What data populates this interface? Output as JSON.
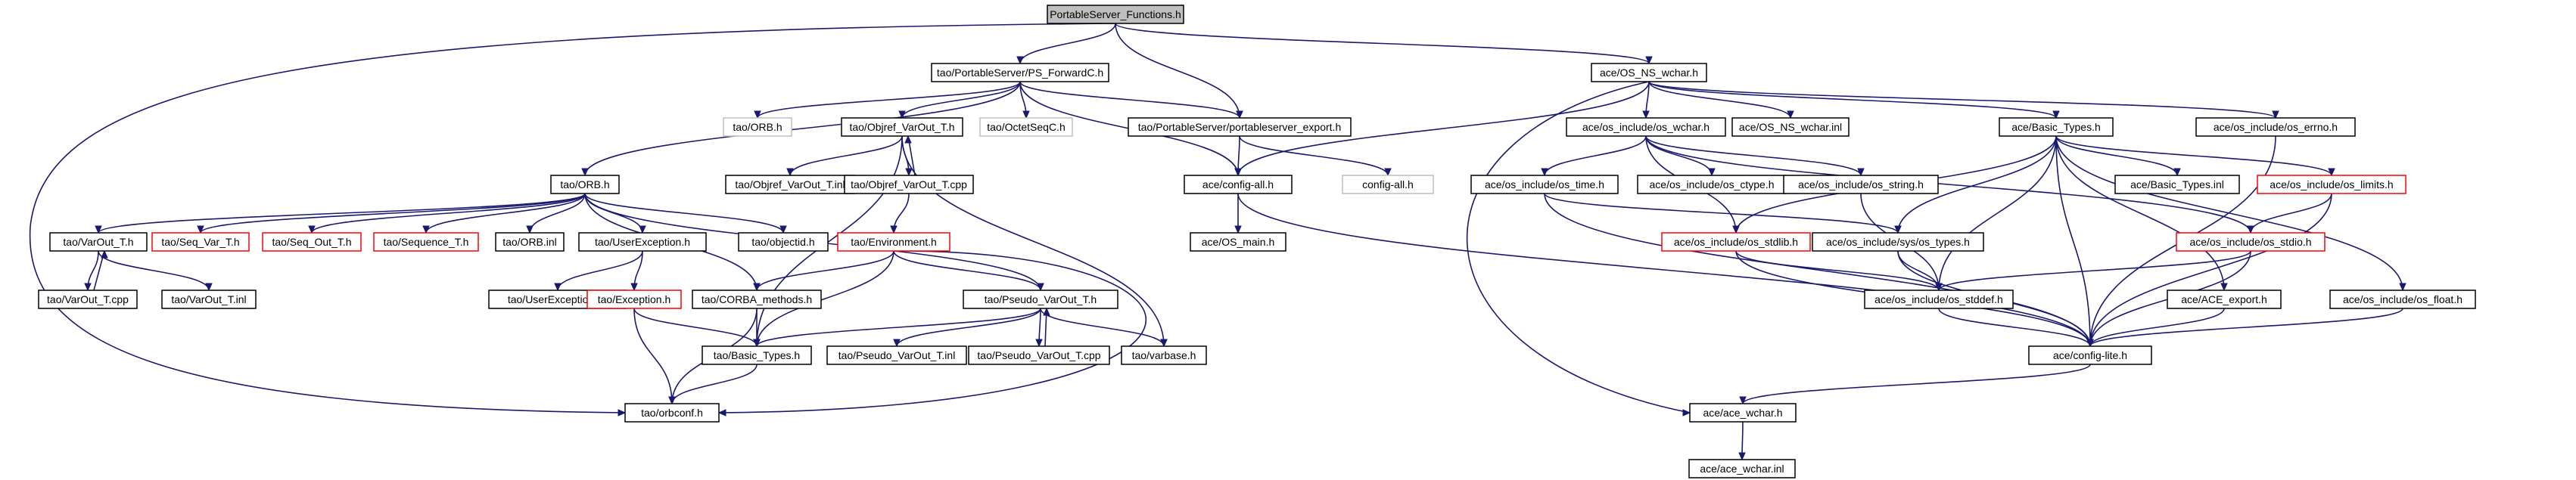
{
  "colors": {
    "edge": "#191970",
    "root_fill": "#bfbfbf",
    "node_fill": "#ffffff",
    "node_border": "#000000",
    "truncated_border": "#ff0000",
    "external_border": "#bfbfbf",
    "external_text": "#808080"
  },
  "nodes": {
    "root": "PortableServer_Functions.h",
    "ps_forwardc": "tao/PortableServer/PS_ForwardC.h",
    "os_ns_wchar": "ace/OS_NS_wchar.h",
    "orb_h_ext": "tao/ORB.h",
    "objref_varout_h": "tao/Objref_VarOut_T.h",
    "octetseqc": "tao/OctetSeqC.h",
    "ps_export": "tao/PortableServer/portableserver_export.h",
    "os_wchar": "ace/os_include/os_wchar.h",
    "os_ns_wchar_inl": "ace/OS_NS_wchar.inl",
    "basic_types_ace": "ace/Basic_Types.h",
    "os_errno": "ace/os_include/os_errno.h",
    "orb_h": "tao/ORB.h",
    "objref_varout_inl": "tao/Objref_VarOut_T.inl",
    "objref_varout_cpp": "tao/Objref_VarOut_T.cpp",
    "config_all": "ace/config-all.h",
    "config_all_ext": "config-all.h",
    "os_time": "ace/os_include/os_time.h",
    "os_ctype": "ace/os_include/os_ctype.h",
    "os_string": "ace/os_include/os_string.h",
    "basic_types_inl": "ace/Basic_Types.inl",
    "os_limits": "ace/os_include/os_limits.h",
    "varout_h": "tao/VarOut_T.h",
    "seq_var": "tao/Seq_Var_T.h",
    "seq_out": "tao/Seq_Out_T.h",
    "sequence_t": "tao/Sequence_T.h",
    "orb_inl": "tao/ORB.inl",
    "userexception_h": "tao/UserException.h",
    "objectid": "tao/objectid.h",
    "environment": "tao/Environment.h",
    "os_main": "ace/OS_main.h",
    "os_stdlib": "ace/os_include/os_stdlib.h",
    "sys_os_types": "ace/os_include/sys/os_types.h",
    "os_stdio": "ace/os_include/os_stdio.h",
    "varout_cpp": "tao/VarOut_T.cpp",
    "varout_inl": "tao/VarOut_T.inl",
    "userexception_inl": "tao/UserException.inl",
    "exception_h": "tao/Exception.h",
    "corba_methods": "tao/CORBA_methods.h",
    "pseudo_varout_h": "tao/Pseudo_VarOut_T.h",
    "os_stddef": "ace/os_include/os_stddef.h",
    "ace_export": "ace/ACE_export.h",
    "os_float": "ace/os_include/os_float.h",
    "basic_types_tao": "tao/Basic_Types.h",
    "pseudo_varout_inl": "tao/Pseudo_VarOut_T.inl",
    "pseudo_varout_cpp": "tao/Pseudo_VarOut_T.cpp",
    "varbase": "tao/varbase.h",
    "config_lite": "ace/config-lite.h",
    "orbconf": "tao/orbconf.h",
    "ace_wchar_h": "ace/ace_wchar.h",
    "ace_wchar_inl": "ace/ace_wchar.inl"
  }
}
